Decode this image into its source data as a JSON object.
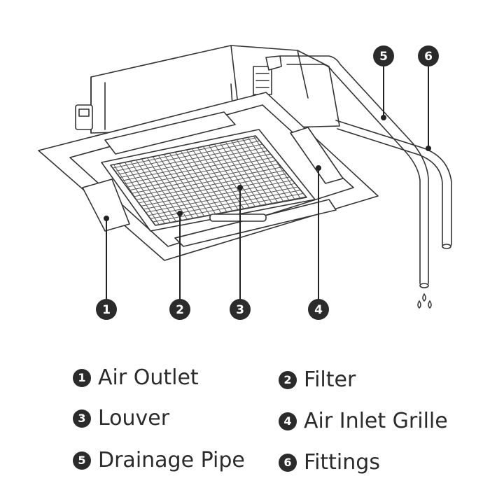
{
  "callouts": [
    {
      "number": "1",
      "label": "Air Outlet"
    },
    {
      "number": "2",
      "label": "Filter"
    },
    {
      "number": "3",
      "label": "Louver"
    },
    {
      "number": "4",
      "label": "Air Inlet Grille"
    },
    {
      "number": "5",
      "label": "Drainage Pipe"
    },
    {
      "number": "6",
      "label": "Fittings"
    }
  ],
  "colors": {
    "line": "#2b2b2b",
    "badge": "#2b2b2b",
    "badge_text": "#ffffff",
    "background": "#ffffff"
  }
}
